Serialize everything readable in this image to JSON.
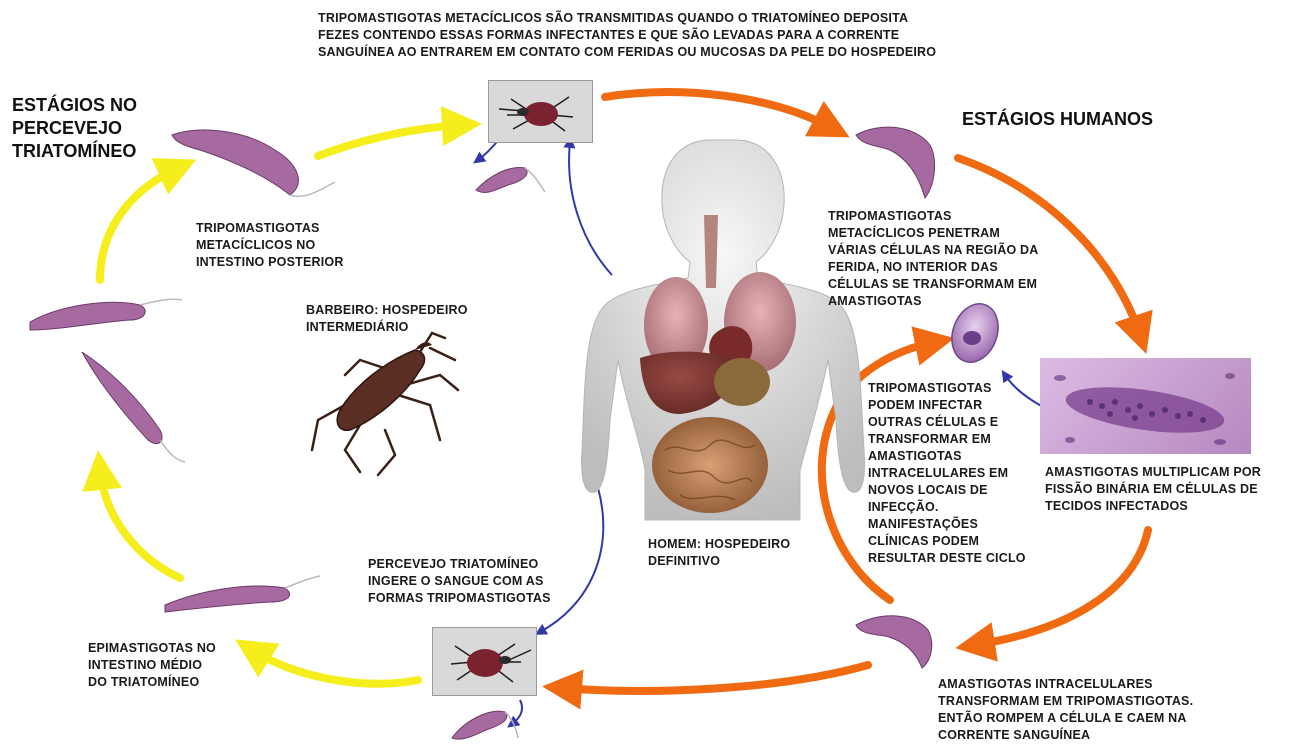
{
  "headings": {
    "triatomine_stages": "ESTÁGIOS NO\nPERCEVEJO\nTRIATOMÍNEO",
    "human_stages": "ESTÁGIOS HUMANOS"
  },
  "captions": {
    "top_transmission": "TRIPOMASTIGOTAS METACÍCLICOS SÃO TRANSMITIDAS QUANDO O TRIATOMÍNEO DEPOSITA\nFEZES CONTENDO ESSAS FORMAS INFECTANTES E QUE SÃO LEVADAS PARA A CORRENTE\nSANGUÍNEA AO ENTRAREM EM CONTATO COM FERIDAS OU MUCOSAS DA PELE DO HOSPEDEIRO",
    "metacyclic_hindgut": "TRIPOMASTIGOTAS\nMETACÍCLICOS NO\nINTESTINO POSTERIOR",
    "barbeiro_host": "BARBEIRO: HOSPEDEIRO\nINTERMEDIÁRIO",
    "human_penetration": "TRIPOMASTIGOTAS\nMETACÍCLICOS PENETRAM\nVÁRIAS CÉLULAS NA REGIÃO DA\nFERIDA, NO INTERIOR DAS\nCÉLULAS SE TRANSFORMAM EM\nAMASTIGOTAS",
    "reinfection": "TRIPOMASTIGOTAS\nPODEM INFECTAR\nOUTRAS CÉLULAS E\nTRANSFORMAR EM\nAMASTIGOTAS\nINTRACELULARES EM\nNOVOS LOCAIS DE\nINFECÇÃO.\nMANIFESTAÇÕES\nCLÍNICAS PODEM\nRESULTAR DESTE CICLO",
    "amastigote_multiply": "AMASTIGOTAS MULTIPLICAM POR\nFISSÃO BINÁRIA EM CÉLULAS DE\nTECIDOS INFECTADOS",
    "bug_ingests": "PERCEVEJO TRIATOMÍNEO\nINGERE O SANGUE COM AS\nFORMAS TRIPOMASTIGOTAS",
    "man_host": "HOMEM: HOSPEDEIRO\nDEFINITIVO",
    "epimastigote_midgut": "EPIMASTIGOTAS NO\nINTESTINO MÉDIO\nDO TRIATOMÍNEO",
    "amastigote_transform": "AMASTIGOTAS INTRACELULARES\nTRANSFORMAM EM TRIPOMASTIGOTAS.\nENTÃO ROMPEM A CÉLULA E CAEM NA\nCORRENTE SANGUÍNEA"
  },
  "colors": {
    "insect_cycle_arrow": "#f5ee1c",
    "human_cycle_arrow": "#f06a12",
    "pathway_arrow": "#3338a8",
    "parasite": "#8e4a8a",
    "parasite_light": "#c99ac2",
    "tissue": "#b07ab8"
  }
}
